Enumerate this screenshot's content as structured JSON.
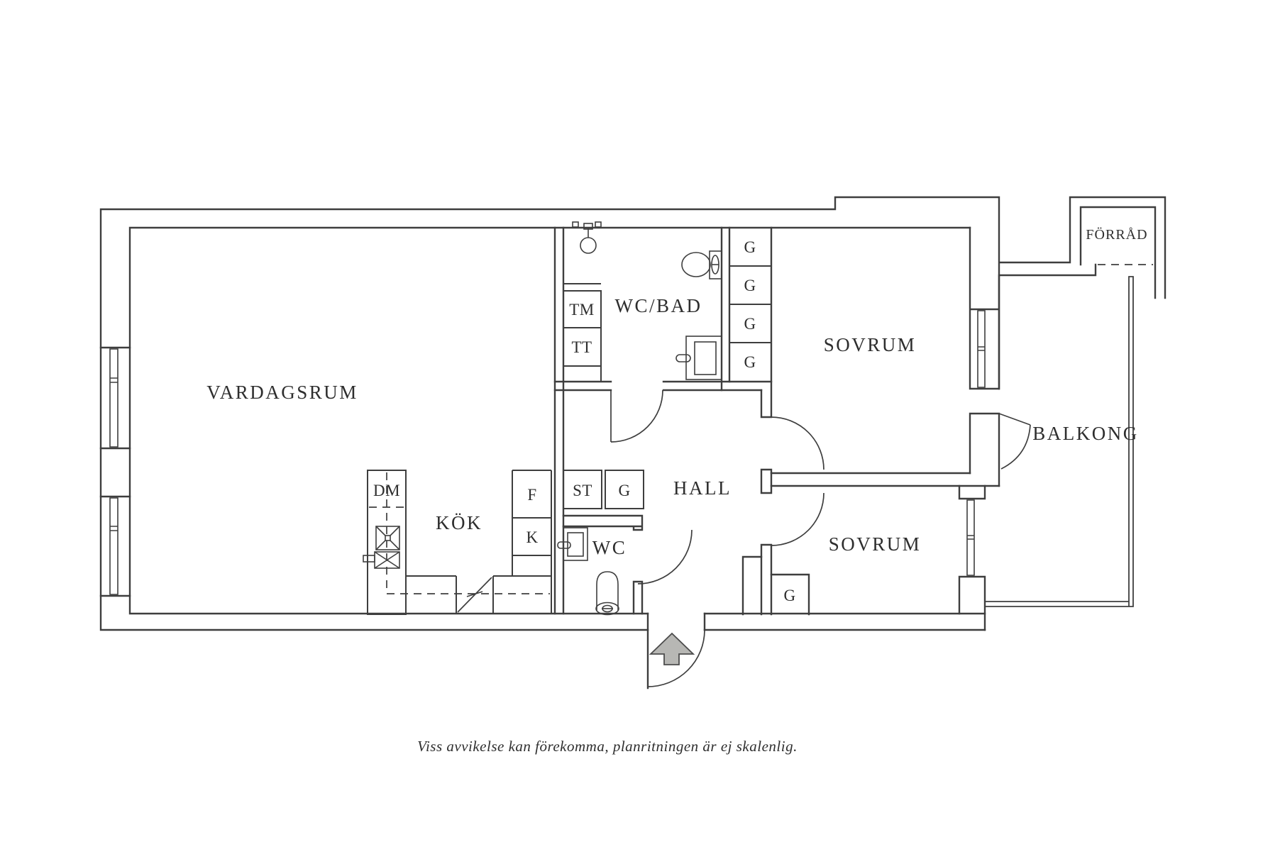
{
  "caption": "Viss avvikelse kan förekomma, planritningen är ej skalenlig.",
  "rooms": {
    "living_room": "VARDAGSRUM",
    "kitchen": "KÖK",
    "bathroom": "WC/BAD",
    "hall": "HALL",
    "bedroom_top": "SOVRUM",
    "bedroom_bottom": "SOVRUM",
    "balcony": "BALKONG",
    "storage": "FÖRRÅD",
    "wc": "WC"
  },
  "labels": {
    "dishwasher": "DM",
    "washing_machine": "TM",
    "tumble_dryer": "TT",
    "fridge": "F",
    "freezer": "K",
    "cleaning_cabinet": "ST",
    "wardrobe": "G"
  },
  "colors": {
    "line": "#3e3e3e",
    "arrow_fill": "#b7b7b4",
    "background": "#ffffff"
  }
}
